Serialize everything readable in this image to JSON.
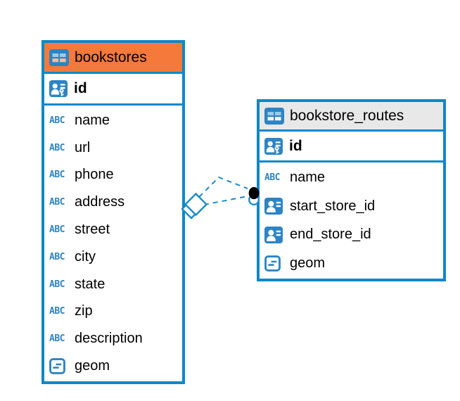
{
  "app": {
    "background": "#ffffff"
  },
  "icons": {
    "text_type_glyph": "ABC"
  },
  "colors": {
    "accent_blue": "#0d88c9",
    "icon_blue": "#2d84c4",
    "header_orange": "#f5793b",
    "header_gray": "#e8e8e8",
    "relationship_line_blue": "#1b8ccb",
    "marker_black": "#000000"
  },
  "diagram": {
    "tables": [
      {
        "name": "bookstores",
        "header_color": "#f5793b",
        "columns": [
          {
            "name": "id",
            "type": "primary-key"
          },
          {
            "name": "name",
            "type": "text"
          },
          {
            "name": "url",
            "type": "text"
          },
          {
            "name": "phone",
            "type": "text"
          },
          {
            "name": "address",
            "type": "text"
          },
          {
            "name": "street",
            "type": "text"
          },
          {
            "name": "city",
            "type": "text"
          },
          {
            "name": "state",
            "type": "text"
          },
          {
            "name": "zip",
            "type": "text"
          },
          {
            "name": "description",
            "type": "text"
          },
          {
            "name": "geom",
            "type": "geometry"
          }
        ]
      },
      {
        "name": "bookstore_routes",
        "header_color": "#e8e8e8",
        "columns": [
          {
            "name": "id",
            "type": "primary-key"
          },
          {
            "name": "name",
            "type": "text"
          },
          {
            "name": "start_store_id",
            "type": "reference"
          },
          {
            "name": "end_store_id",
            "type": "reference"
          },
          {
            "name": "geom",
            "type": "geometry"
          }
        ]
      }
    ],
    "relationships": [
      {
        "from_table": "bookstore_routes",
        "to_table": "bookstores",
        "style": "dashed"
      },
      {
        "from_table": "bookstore_routes",
        "to_table": "bookstores",
        "style": "dashed"
      }
    ]
  }
}
